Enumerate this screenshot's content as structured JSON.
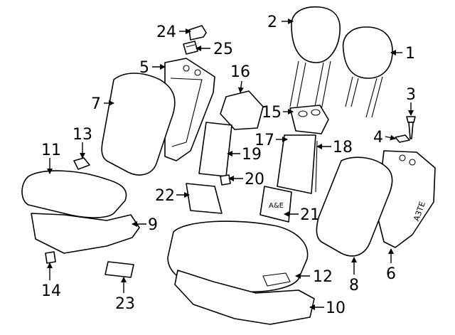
{
  "callouts": [
    {
      "num": "1"
    },
    {
      "num": "2"
    },
    {
      "num": "3"
    },
    {
      "num": "4"
    },
    {
      "num": "5"
    },
    {
      "num": "6"
    },
    {
      "num": "7"
    },
    {
      "num": "8"
    },
    {
      "num": "9"
    },
    {
      "num": "10"
    },
    {
      "num": "11"
    },
    {
      "num": "12"
    },
    {
      "num": "13"
    },
    {
      "num": "14"
    },
    {
      "num": "15"
    },
    {
      "num": "16"
    },
    {
      "num": "17"
    },
    {
      "num": "18"
    },
    {
      "num": "19"
    },
    {
      "num": "20"
    },
    {
      "num": "21"
    },
    {
      "num": "22"
    },
    {
      "num": "23"
    },
    {
      "num": "24"
    },
    {
      "num": "25"
    }
  ],
  "part_markings": {
    "bracket_21_stamp": "A&E",
    "frame_6_stamp": "A3TE"
  }
}
